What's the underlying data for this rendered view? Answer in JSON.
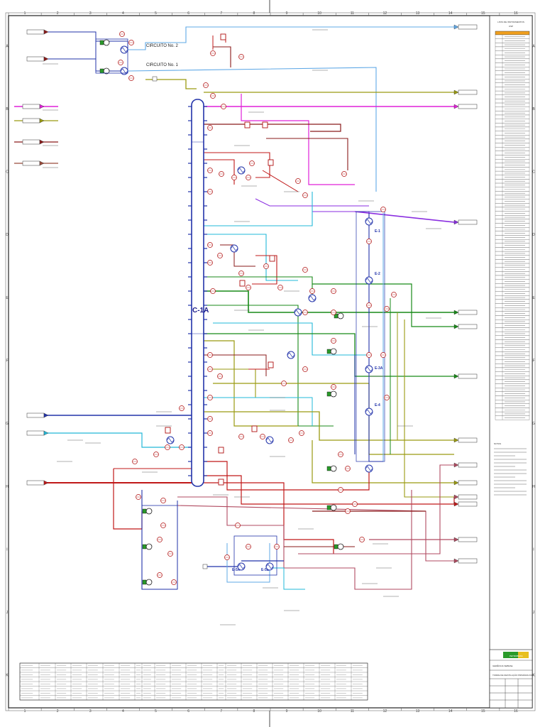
{
  "circuits": {
    "circuit_2": "CIRCUITO No. 2",
    "circuit_1": "CIRCUITO No. 1"
  },
  "column": {
    "tag": "C-1A"
  },
  "exchangers": [
    {
      "tag": "E-1"
    },
    {
      "tag": "E-2"
    },
    {
      "tag": "E-3A"
    },
    {
      "tag": "E-4"
    },
    {
      "tag": "E-5A"
    },
    {
      "tag": "E-5B"
    }
  ],
  "instrument_list": {
    "title": "LISTA DE INSTRUMENTOS",
    "subtitle": "USP"
  },
  "notes": {
    "title": "NOTAS"
  },
  "title_block": {
    "line_1": "GERÊNCIA SEBRAE",
    "line_2": "TORRE DE DESTILAÇÃO PRIMÁRIA FIDV",
    "logo_text": "PETROBRAS"
  },
  "ruler": {
    "columns": [
      "1",
      "2",
      "3",
      "4",
      "5",
      "6",
      "7",
      "8",
      "9",
      "10",
      "11",
      "12",
      "13",
      "14",
      "15",
      "16"
    ],
    "rows": [
      "A",
      "B",
      "C",
      "D",
      "E",
      "F",
      "G",
      "H",
      "I",
      "J",
      "K"
    ]
  },
  "colors": {
    "blue": "#2233aa",
    "lightblue": "#5fa8e6",
    "cyan": "#22b8d8",
    "red": "#c01818",
    "darkred": "#8a1a1a",
    "magenta": "#e020d8",
    "purple": "#8a2ee0",
    "green": "#188a18",
    "olive": "#9a9a10",
    "brown": "#9a4a3a",
    "rose": "#b04a60"
  }
}
